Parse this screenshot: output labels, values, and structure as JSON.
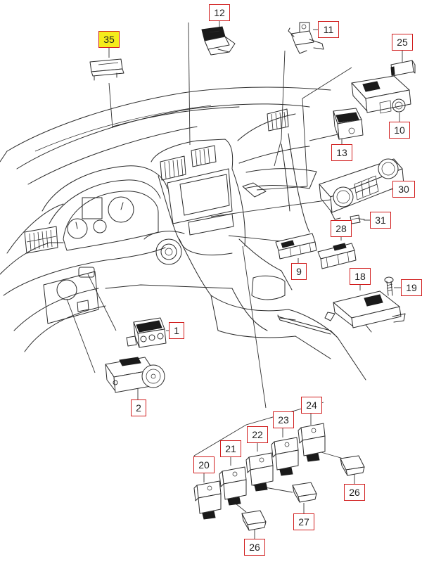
{
  "diagram": {
    "callouts": [
      {
        "id": "c35",
        "label": "35",
        "highlighted": true
      },
      {
        "id": "c12",
        "label": "12",
        "highlighted": false
      },
      {
        "id": "c11",
        "label": "11",
        "highlighted": false
      },
      {
        "id": "c25",
        "label": "25",
        "highlighted": false
      },
      {
        "id": "c10",
        "label": "10",
        "highlighted": false
      },
      {
        "id": "c13",
        "label": "13",
        "highlighted": false
      },
      {
        "id": "c30",
        "label": "30",
        "highlighted": false
      },
      {
        "id": "c31",
        "label": "31",
        "highlighted": false
      },
      {
        "id": "c28",
        "label": "28",
        "highlighted": false
      },
      {
        "id": "c9",
        "label": "9",
        "highlighted": false
      },
      {
        "id": "c18",
        "label": "18",
        "highlighted": false
      },
      {
        "id": "c19",
        "label": "19",
        "highlighted": false
      },
      {
        "id": "c1",
        "label": "1",
        "highlighted": false
      },
      {
        "id": "c2",
        "label": "2",
        "highlighted": false
      },
      {
        "id": "c24",
        "label": "24",
        "highlighted": false
      },
      {
        "id": "c23",
        "label": "23",
        "highlighted": false
      },
      {
        "id": "c22",
        "label": "22",
        "highlighted": false
      },
      {
        "id": "c21",
        "label": "21",
        "highlighted": false
      },
      {
        "id": "c20",
        "label": "20",
        "highlighted": false
      },
      {
        "id": "c26a",
        "label": "26",
        "highlighted": false
      },
      {
        "id": "c27",
        "label": "27",
        "highlighted": false
      },
      {
        "id": "c26b",
        "label": "26",
        "highlighted": false
      }
    ],
    "colors": {
      "callout_border": "#d11e1e",
      "highlight_fill": "#f5ec1c",
      "line_ink": "#2b2b2b",
      "background": "#ffffff"
    }
  }
}
